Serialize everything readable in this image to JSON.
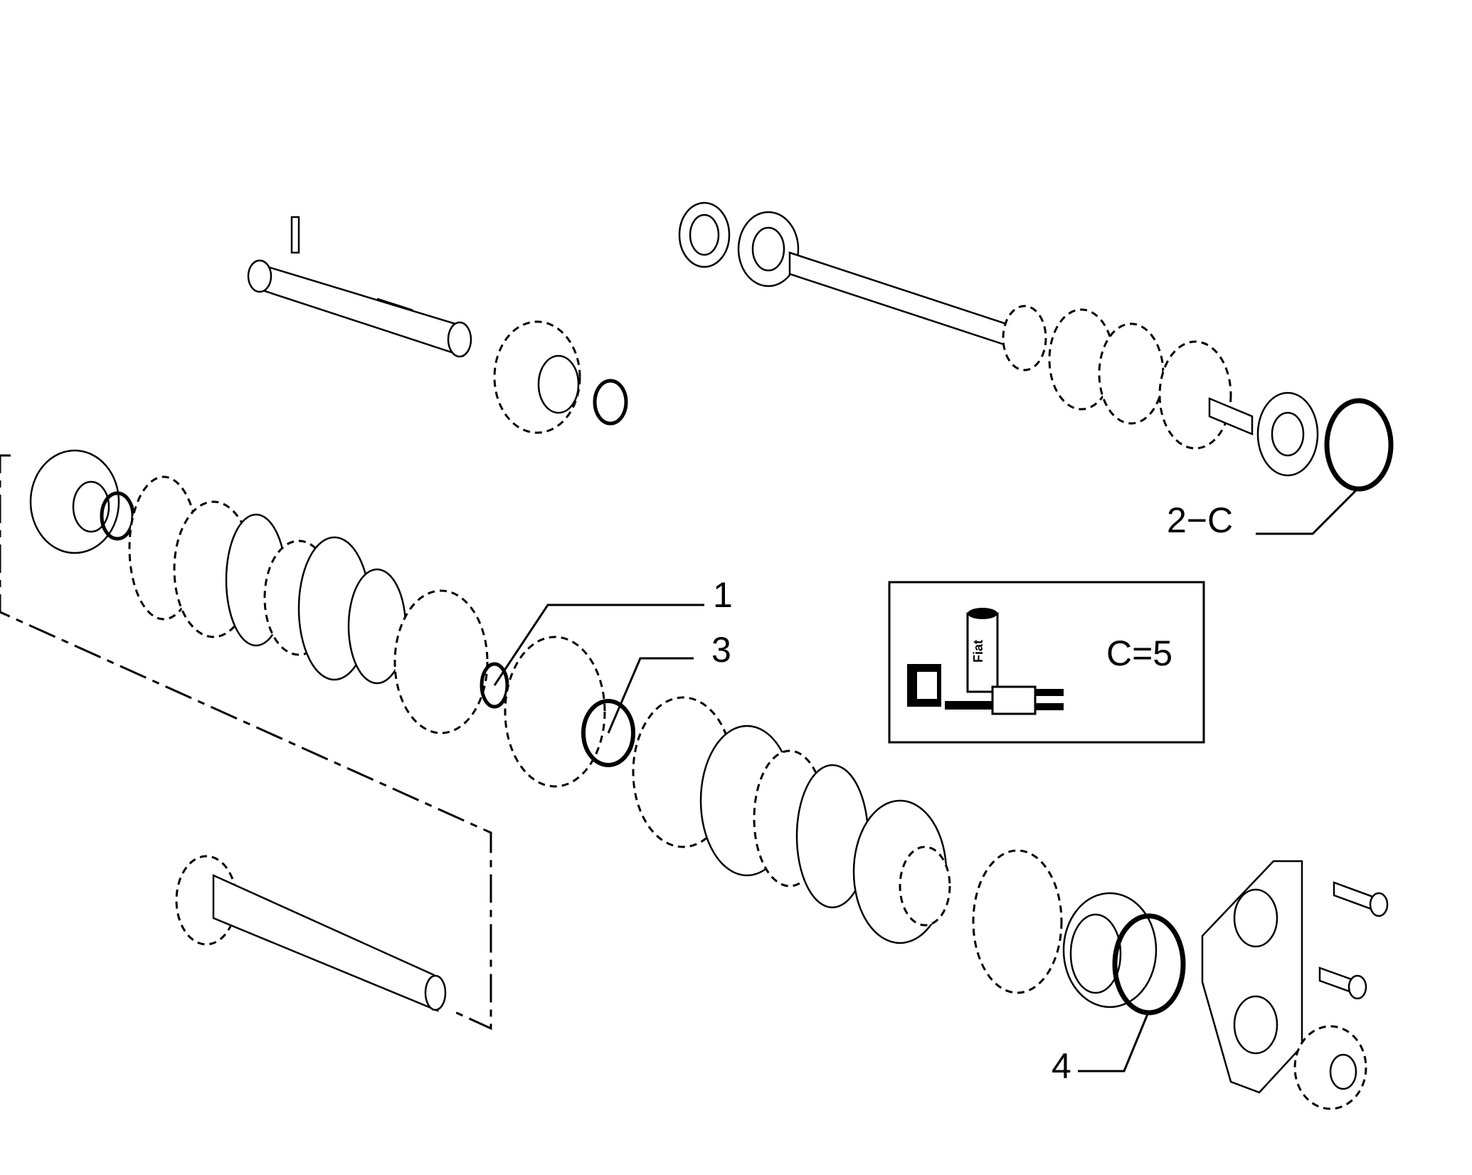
{
  "callouts": [
    {
      "id": "1",
      "label": "1"
    },
    {
      "id": "3",
      "label": "3"
    },
    {
      "id": "2c",
      "label": "2−C"
    },
    {
      "id": "4",
      "label": "4"
    }
  ],
  "legend": {
    "code": "C=5",
    "brand": "Fiat"
  },
  "colors": {
    "ink": "#000000",
    "paper": "#ffffff"
  }
}
